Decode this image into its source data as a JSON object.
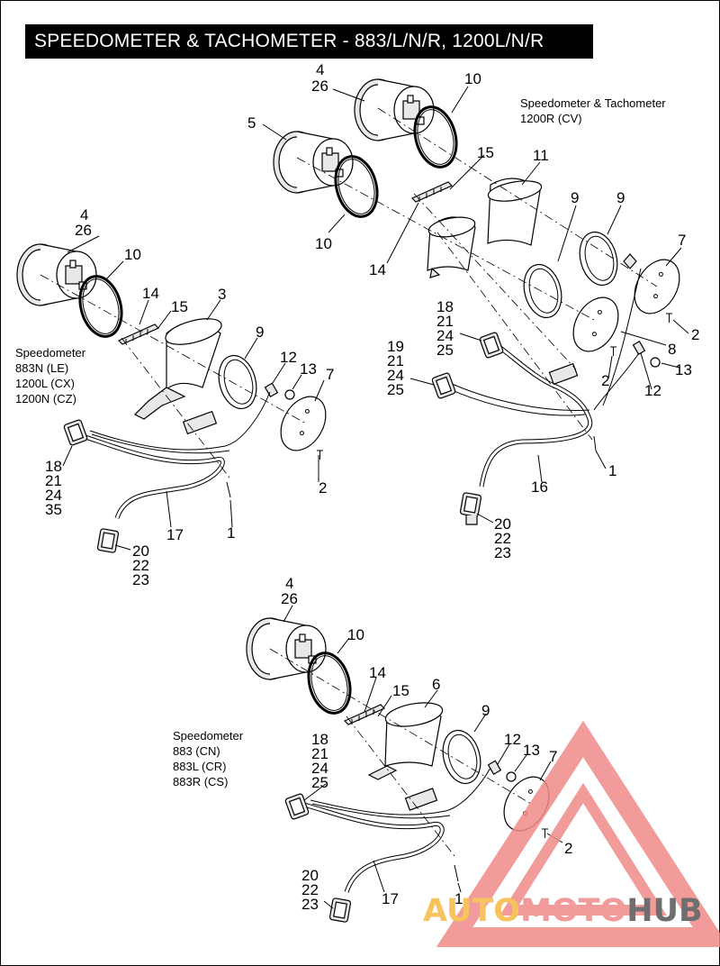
{
  "title": "SPEEDOMETER & TACHOMETER - 883/L/N/R, 1200L/N/R",
  "captions": {
    "cv": [
      "Speedometer & Tachometer",
      "1200R (CV)"
    ],
    "left": [
      "Speedometer",
      "883N (LE)",
      "1200L (CX)",
      "1200N (CZ)"
    ],
    "bottom": [
      "Speedometer",
      "883 (CN)",
      "883L (CR)",
      "883R (CS)"
    ]
  },
  "labels": {
    "t_4": "4",
    "t_26": "26",
    "t_10": "10",
    "t_5": "5",
    "t_10b": "10",
    "t_15": "15",
    "t_11": "11",
    "t_9a": "9",
    "t_9b": "9",
    "t_7": "7",
    "t_14": "14",
    "t_2a": "2",
    "t_8": "8",
    "t_2b": "2",
    "t_13": "13",
    "t_12": "12",
    "t_18": "18",
    "t_21": "21",
    "t_24": "24",
    "t_25": "25",
    "t_19": "19",
    "t_21b": "21",
    "t_24b": "24",
    "t_25b": "25",
    "t_1": "1",
    "t_16": "16",
    "t_20": "20",
    "t_22": "22",
    "t_23": "23",
    "l_4": "4",
    "l_26": "26",
    "l_10": "10",
    "l_14": "14",
    "l_15": "15",
    "l_3": "3",
    "l_9": "9",
    "l_12": "12",
    "l_13": "13",
    "l_7": "7",
    "l_2": "2",
    "l_18": "18",
    "l_21": "21",
    "l_24": "24",
    "l_35": "35",
    "l_17": "17",
    "l_1": "1",
    "l_20": "20",
    "l_22": "22",
    "l_23": "23",
    "b_4": "4",
    "b_26": "26",
    "b_10": "10",
    "b_14": "14",
    "b_15": "15",
    "b_6": "6",
    "b_9": "9",
    "b_12": "12",
    "b_13": "13",
    "b_7": "7",
    "b_2": "2",
    "b_18": "18",
    "b_21": "21",
    "b_24": "24",
    "b_25": "25",
    "b_20": "20",
    "b_22": "22",
    "b_23": "23",
    "b_17": "17",
    "b_1": "1"
  },
  "watermark": {
    "part1": "AUTO",
    "part2": "MOTO",
    "part3": "HUB",
    "color1": "#f5b942",
    "color2": "#f08a8a",
    "color3": "#555555"
  }
}
